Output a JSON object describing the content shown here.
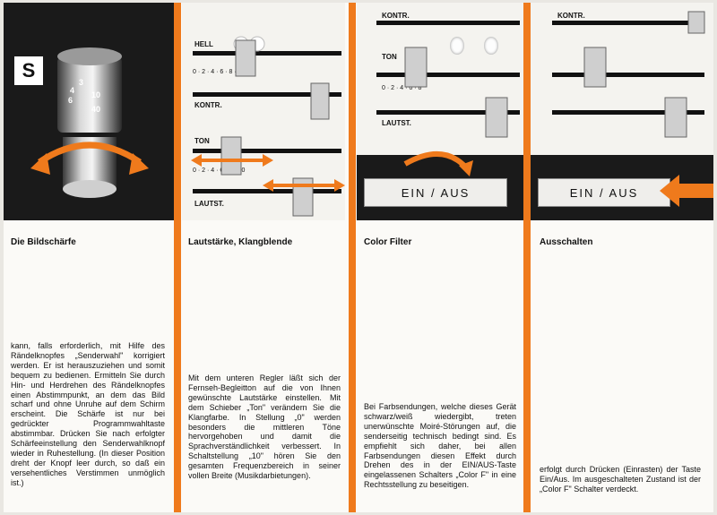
{
  "columns": [
    {
      "title": "Die Bildschärfe",
      "badge": "S",
      "knob_numbers": [
        "3",
        "4",
        "6",
        "10",
        "40"
      ],
      "body": "kann, falls erforderlich, mit Hilfe des Rändelknopfes „Senderwahl\" korrigiert werden. Er ist herauszuziehen und somit bequem zu bedienen. Ermitteln Sie durch Hin- und Herdrehen des Rändelknopfes einen Abstimmpunkt, an dem das Bild scharf und ohne Unruhe auf dem Schirm erscheint. Die Schärfe ist nur bei gedrückter Programmwahltaste abstimmbar. Drücken Sie nach erfolgter Schärfeeinstellung den Senderwahlknopf wieder in Ruhestellung. (In dieser Position dreht der Knopf leer durch, so daß ein versehentliches Verstimmen unmöglich ist.)"
    },
    {
      "title": "Lautstärke, Klangblende",
      "labels": [
        "HELL",
        "KONTR.",
        "TON",
        "LAUTST."
      ],
      "scale": "0 · 2 · 4 · 6 · 8 · 10",
      "body": "Mit dem unteren Regler läßt sich der Fernseh-Begleitton auf die von Ihnen gewünschte Lautstärke einstellen. Mit dem Schieber „Ton\" verändern Sie die Klangfarbe. In Stellung „0\" werden besonders die mittleren Töne hervorgehoben und damit die Sprachverständlichkeit verbessert. In Schaltstellung „10\" hören Sie den gesamten Frequenzbereich in seiner vollen Breite (Musikdarbietungen)."
    },
    {
      "title": "Color Filter",
      "labels": [
        "KONTR.",
        "TON",
        "LAUTST."
      ],
      "scale": "0 · 2 · 4 · 6 · 8",
      "button": "EIN / AUS",
      "body": "Bei Farbsendungen, welche dieses Gerät schwarz/weiß wiedergibt, treten unerwünschte Moiré-Störungen auf, die senderseitig technisch bedingt sind. Es empfiehlt sich daher, bei allen Farbsendungen diesen Effekt durch Drehen des in der EIN/AUS-Taste eingelassenen Schalters „Color F\" in eine Rechtsstellung zu beseitigen."
    },
    {
      "title": "Ausschalten",
      "labels": [
        "KONTR."
      ],
      "button": "EIN / AUS",
      "body": "erfolgt durch Drücken (Einrasten) der Taste Ein/Aus. Im ausgeschalteten Zustand ist der „Color F\" Schalter verdeckt."
    }
  ],
  "colors": {
    "accent": "#ef7a1c",
    "dark": "#111111",
    "paper": "#fbfaf7"
  }
}
